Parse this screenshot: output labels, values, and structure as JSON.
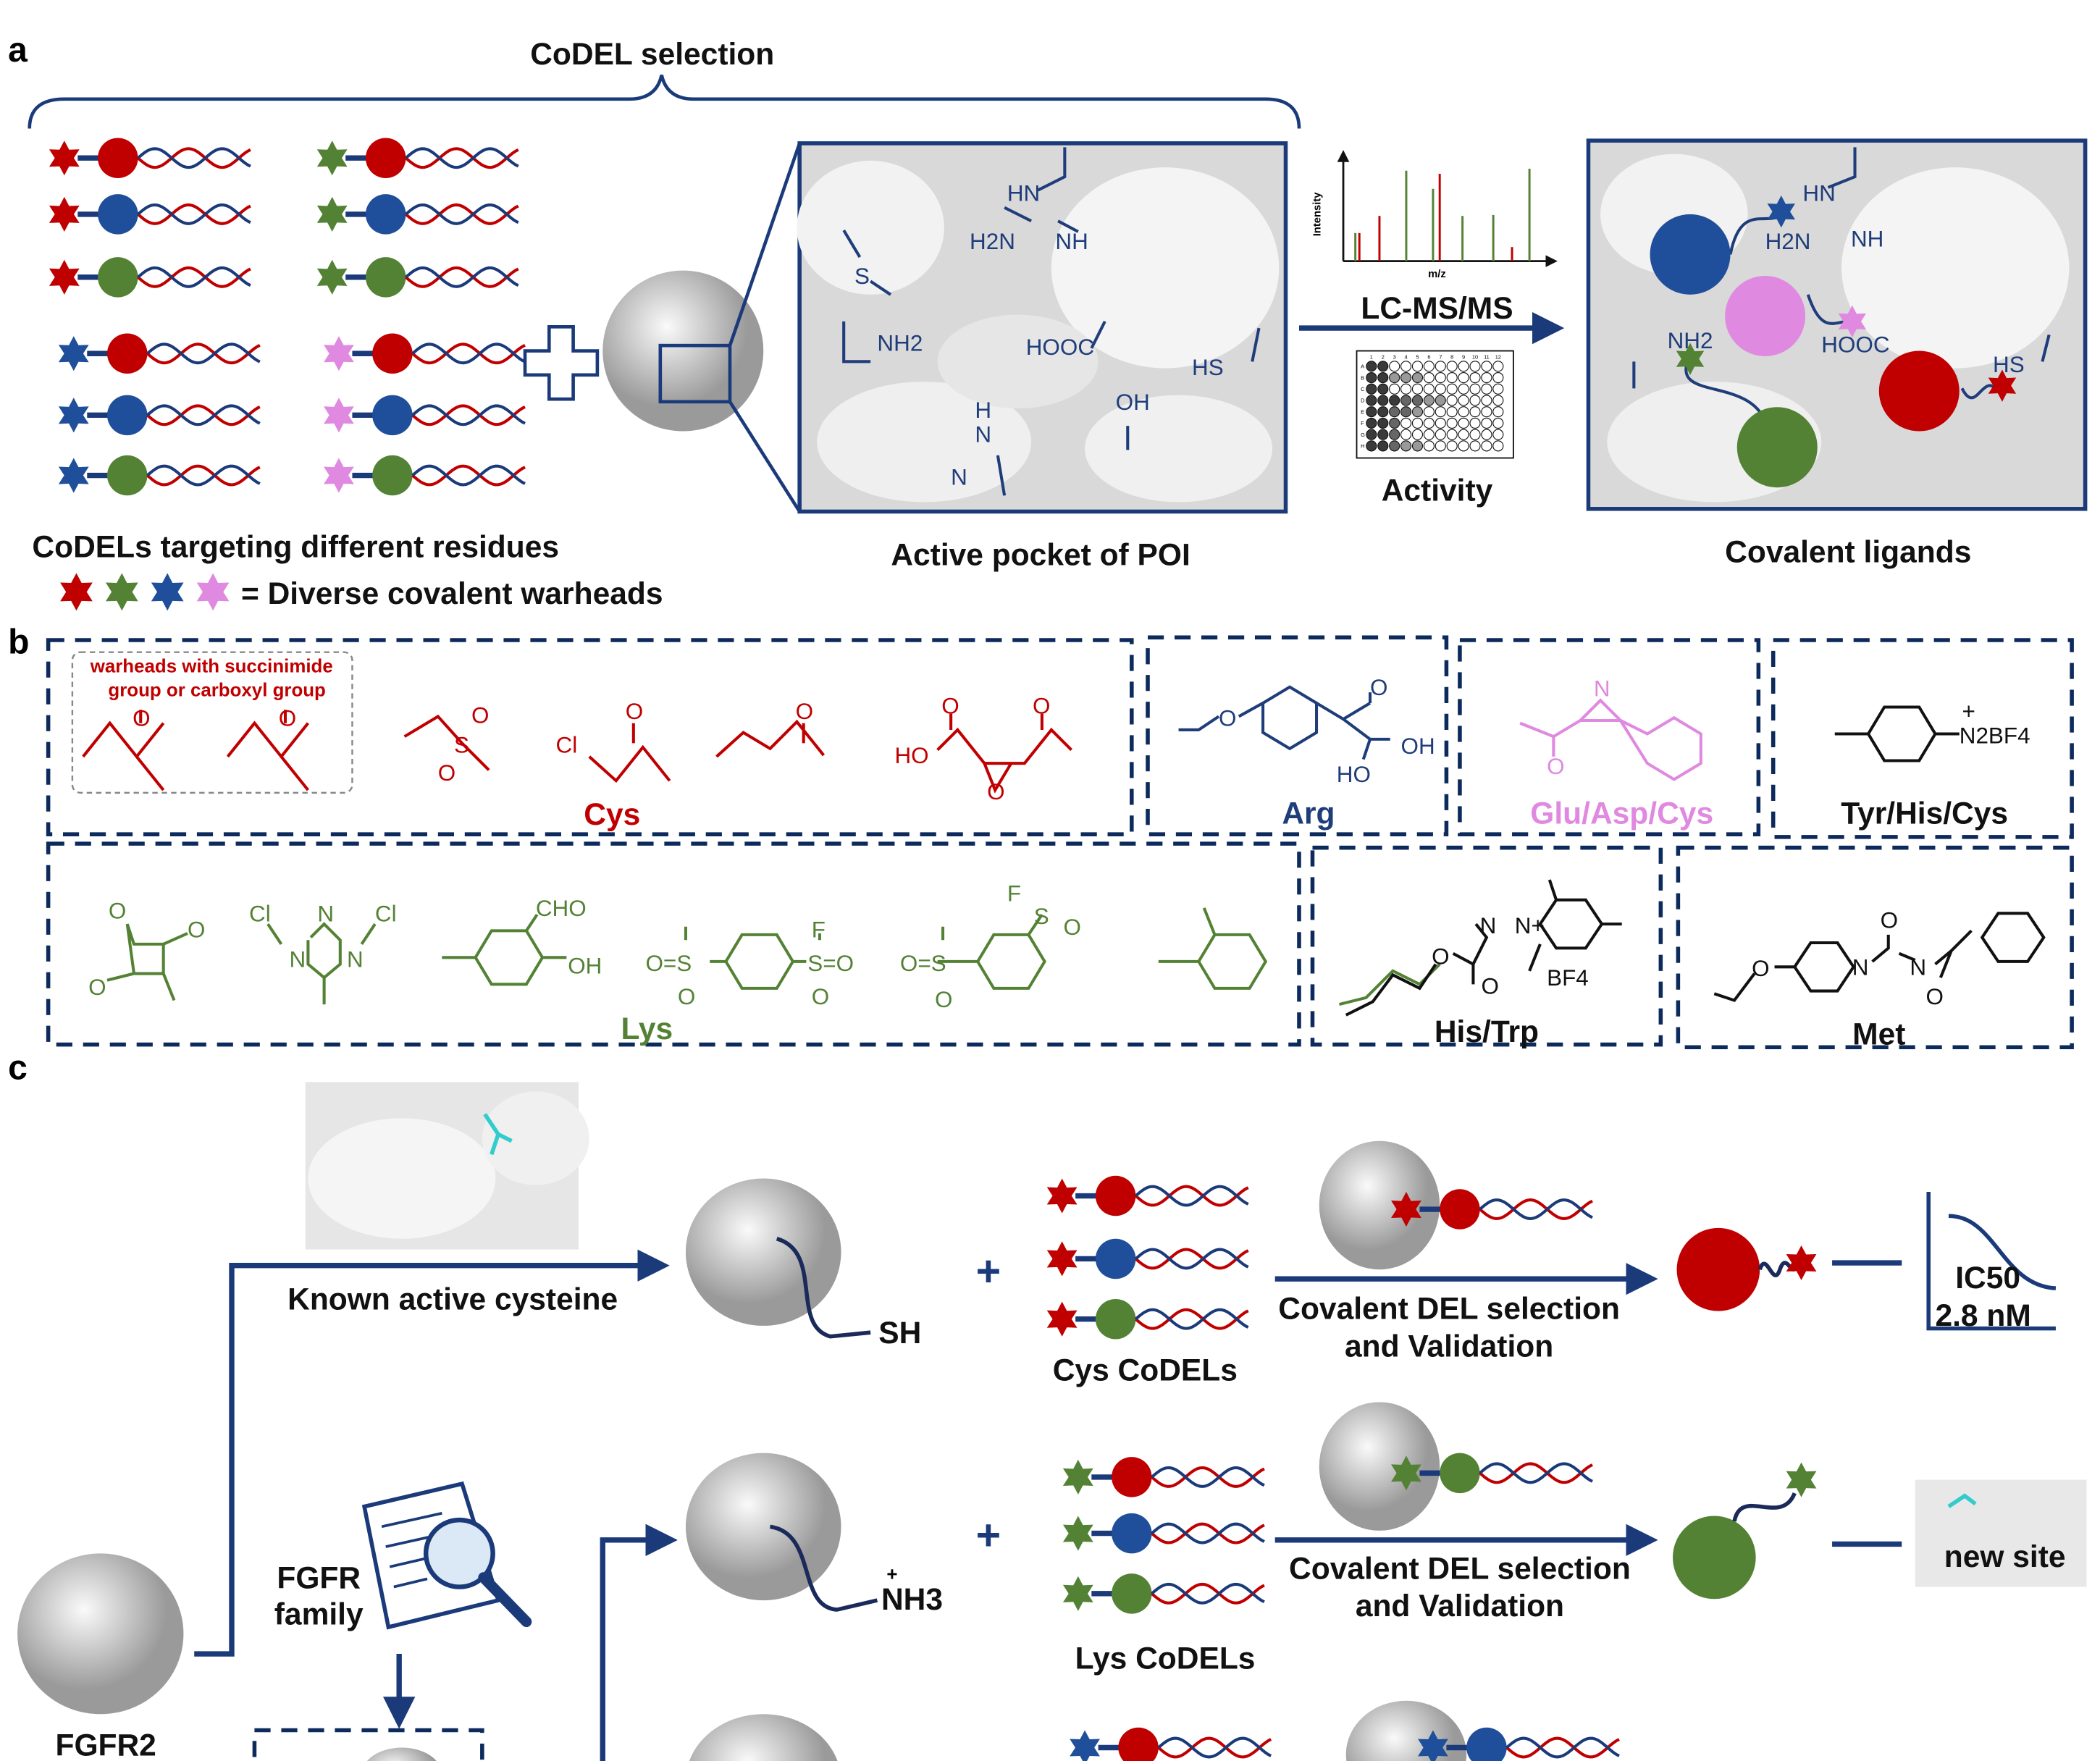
{
  "colors": {
    "red": "#c00000",
    "green": "#548235",
    "blue": "#1f4e9a",
    "pink": "#e089e0",
    "navy": "#1a3a7a"
  },
  "panel_a": {
    "label": "a",
    "title": "CoDEL selection",
    "codels_caption": "CoDELs targeting different residues",
    "warheads_caption": "= Diverse covalent warheads",
    "pocket_caption": "Active pocket of POI",
    "ligands_caption": "Covalent ligands",
    "pocket_residues": [
      "HN",
      "H2N",
      "NH",
      "S",
      "NH2",
      "HOOC",
      "HS",
      "OH",
      "H",
      "N",
      "N"
    ],
    "ligand_residues": [
      "HN",
      "H2N",
      "NH",
      "NH2",
      "HOOC",
      "HS"
    ],
    "spectrum": {
      "y_label": "Intensity",
      "x_label": "m/z"
    },
    "method": "LC-MS/MS",
    "plate_label": "Activity",
    "plate_cols": [
      "1",
      "2",
      "3",
      "4",
      "5",
      "6",
      "7",
      "8",
      "9",
      "10",
      "11",
      "12"
    ],
    "plate_rows": [
      "A",
      "B",
      "C",
      "D",
      "E",
      "F",
      "G",
      "H"
    ]
  },
  "panel_b": {
    "label": "b",
    "note": [
      "warheads with succinimide",
      "group or carboxyl group"
    ],
    "groups": [
      "Cys",
      "Arg",
      "Glu/Asp/Cys",
      "Tyr/His/Cys",
      "Lys",
      "His/Trp",
      "Met"
    ],
    "atoms": [
      "O",
      "O",
      "O",
      "S",
      "O",
      "Cl",
      "O",
      "O",
      "HO",
      "O",
      "O",
      "O",
      "O",
      "O",
      "OH",
      "HO",
      "N",
      "O",
      "N2BF4",
      "+",
      "O",
      "O",
      "O",
      "Cl",
      "N",
      "Cl",
      "N",
      "N",
      "CHO",
      "OH",
      "O=S",
      "S=O",
      "F",
      "O",
      "O",
      "F",
      "S",
      "O",
      "O=S",
      "O",
      "O",
      "O",
      "N",
      "N+",
      "BF4",
      "O",
      "N",
      "O",
      "N",
      "O"
    ]
  },
  "panel_c": {
    "label": "c",
    "known_cys": "Known active cysteine",
    "sh": "SH",
    "cys_codels": "Cys CoDELs",
    "selection_line1": "Covalent DEL selection",
    "selection_line2": "and Validation",
    "ic50": "IC50",
    "ic50_value": "2.8 nM",
    "fgfr_family": [
      "FGFR",
      "family"
    ],
    "nh3": "NH3",
    "nh3_charge": "+",
    "lys_codels": "Lys CoDELs",
    "new_site": "new site",
    "target": "FGFR2",
    "plus": "+"
  }
}
